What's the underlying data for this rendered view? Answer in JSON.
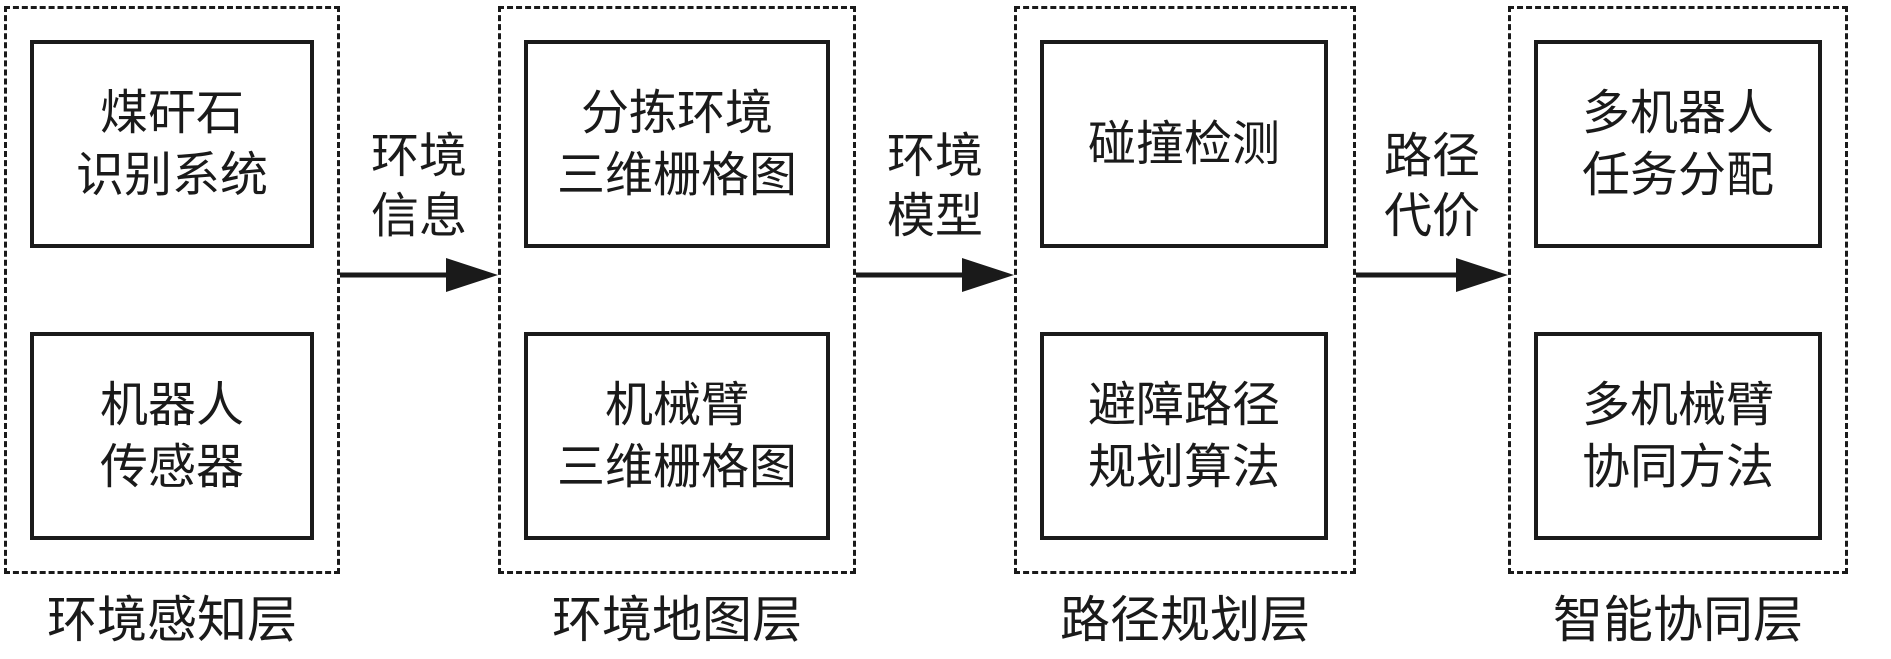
{
  "layers": [
    {
      "label": "环境感知层",
      "boxes": [
        "煤矸石\n识别系统",
        "机器人\n传感器"
      ]
    },
    {
      "label": "环境地图层",
      "boxes": [
        "分拣环境\n三维栅格图",
        "机械臂\n三维栅格图"
      ]
    },
    {
      "label": "路径规划层",
      "boxes": [
        "碰撞检测",
        "避障路径\n规划算法"
      ]
    },
    {
      "label": "智能协同层",
      "boxes": [
        "多机器人\n任务分配",
        "多机械臂\n协同方法"
      ]
    }
  ],
  "arrows": [
    {
      "label": "环境\n信息"
    },
    {
      "label": "环境\n模型"
    },
    {
      "label": "路径\n代价"
    }
  ],
  "colors": {
    "line": "#1a1a1a",
    "background": "#ffffff"
  }
}
